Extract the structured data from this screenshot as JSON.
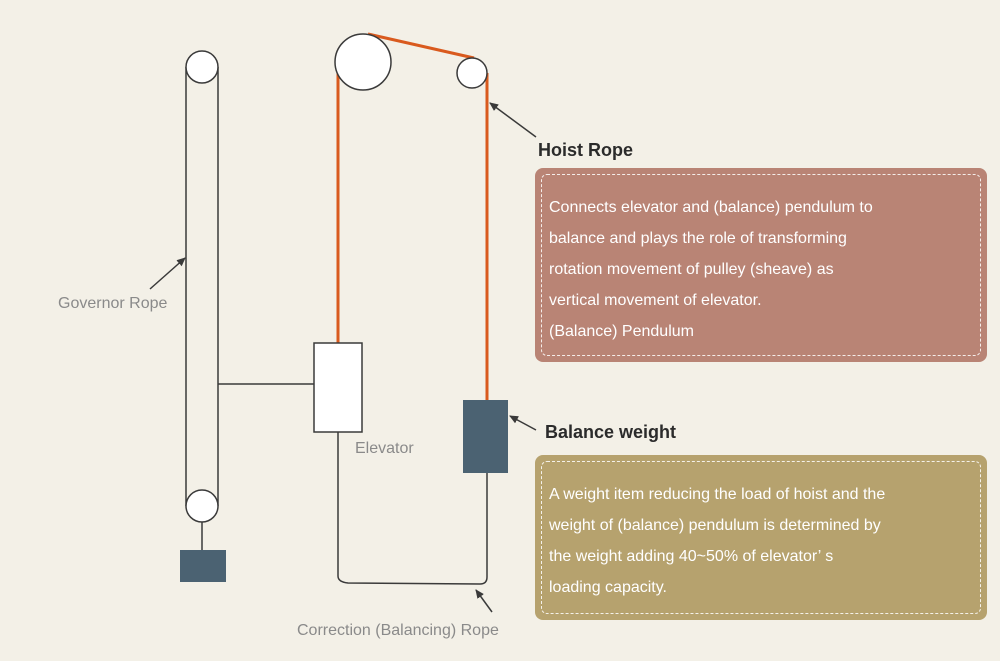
{
  "colors": {
    "background": "#f3f0e7",
    "hoist_rope": "#d95a1e",
    "line": "#3a3a3a",
    "weight": "#4b6272",
    "hoist_callout": "#b98475",
    "balance_callout": "#b6a26e"
  },
  "labels": {
    "governor_rope": "Governor Rope",
    "elevator": "Elevator",
    "hoist_rope": "Hoist Rope",
    "balance_weight": "Balance weight",
    "correction_rope": "Correction (Balancing) Rope"
  },
  "hoist_callout": {
    "lines": [
      "Connects elevator and (balance) pendulum to",
      "balance and plays the role of transforming",
      "rotation movement of pulley (sheave) as",
      "vertical movement of elevator.",
      "(Balance) Pendulum"
    ]
  },
  "balance_callout": {
    "lines": [
      "A weight item reducing the load of hoist and the",
      "weight of (balance) pendulum is determined by",
      "the weight adding 40~50% of elevator’ s",
      "loading capacity."
    ]
  }
}
